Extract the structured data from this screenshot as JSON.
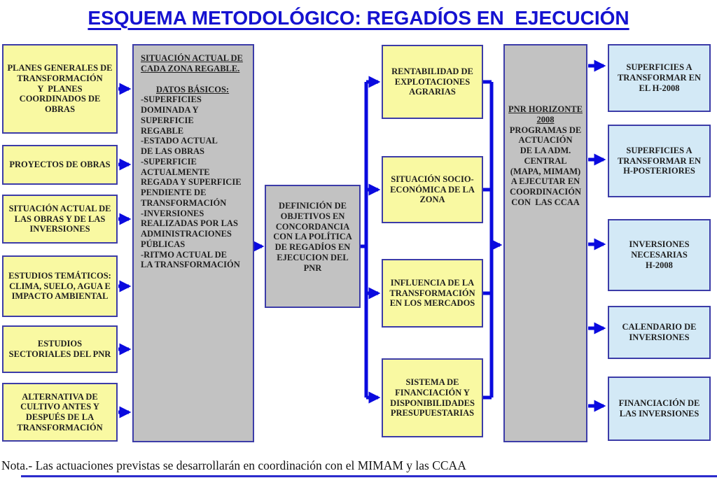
{
  "title": "ESQUEMA METODOLÓGICO: REGADÍOS EN  EJECUCIÓN",
  "note": "Nota.- Las actuaciones previstas se desarrollarán en coordinación con el MIMAM y las CCAA",
  "colors": {
    "title_blue": "#1512D0",
    "arrow_blue": "#0A0ADF",
    "box_border": "#3C3CA8",
    "input_box_yellow": "#F9F9A2",
    "process_box_gray": "#C2C2C2",
    "output_box_blue": "#D3E9F6"
  },
  "left_column": {
    "boxes": [
      {
        "label": "PLANES GENERALES DE\nTRANSFORMACIÓN\nY  PLANES\nCOORDINADOS DE\nOBRAS"
      },
      {
        "label": "PROYECTOS DE OBRAS"
      },
      {
        "label": "SITUACIÓN ACTUAL DE\nLAS OBRAS Y DE LAS\nINVERSIONES"
      },
      {
        "label": "ESTUDIOS TEMÁTICOS:\nCLIMA, SUELO, AGUA E\nIMPACTO AMBIENTAL"
      },
      {
        "label": "ESTUDIOS\nSECTORIALES DEL PNR"
      },
      {
        "label": "ALTERNATIVA DE\nCULTIVO ANTES Y\nDESPUÉS DE LA\nTRANSFORMACIÓN"
      }
    ]
  },
  "zone_box": {
    "heading": "SITUACIÓN ACTUAL DE\nCADA ZONA REGABLE.",
    "subheading": "DATOS BÁSICOS:",
    "items": [
      "-SUPERFICIES\nDOMINADA Y\nSUPERFICIE\nREGABLE",
      "-ESTADO ACTUAL\nDE LAS OBRAS",
      "-SUPERFICIE\nACTUALMENTE\nREGADA Y SUPERFICIE\nPENDIENTE DE\nTRANSFORMACIÓN",
      "-INVERSIONES\nREALIZADAS POR LAS\nADMINISTRACIONES\nPÚBLICAS",
      "-RITMO ACTUAL DE\nLA TRANSFORMACIÓN"
    ]
  },
  "definition_box": {
    "label": "DEFINICIÓN DE\nOBJETIVOS EN\nCONCORDANCIA\nCON LA POLÍTICA\nDE REGADÍOS EN\nEJECUCION DEL\nPNR"
  },
  "evaluation_column": {
    "boxes": [
      {
        "label": "RENTABILIDAD DE\nEXPLOTACIONES\nAGRARIAS"
      },
      {
        "label": "SITUACIÓN SOCIO-\nECONÓMICA DE LA\nZONA"
      },
      {
        "label": "INFLUENCIA DE LA\nTRANSFORMACIÓN\nEN LOS MERCADOS"
      },
      {
        "label": "SISTEMA DE\nFINANCIACIÓN Y\nDISPONIBILIDADES\nPRESUPUESTARIAS"
      }
    ]
  },
  "pnr_box": {
    "heading": "PNR HORIZONTE\n2008",
    "body": "PROGRAMAS DE\nACTUACIÓN\nDE LA ADM.\nCENTRAL\n(MAPA, MIMAM)\nA EJECUTAR EN\nCOORDINACIÓN\nCON  LAS CCAA"
  },
  "output_column": {
    "boxes": [
      {
        "label": "SUPERFICIES A\nTRANSFORMAR EN\nEL H-2008"
      },
      {
        "label": "SUPERFICIES A\nTRANSFORMAR EN\nH-POSTERIORES"
      },
      {
        "label": "INVERSIONES\nNECESARIAS\nH-2008"
      },
      {
        "label": "CALENDARIO DE\nINVERSIONES"
      },
      {
        "label": "FINANCIACIÓN DE\nLAS INVERSIONES"
      }
    ]
  }
}
